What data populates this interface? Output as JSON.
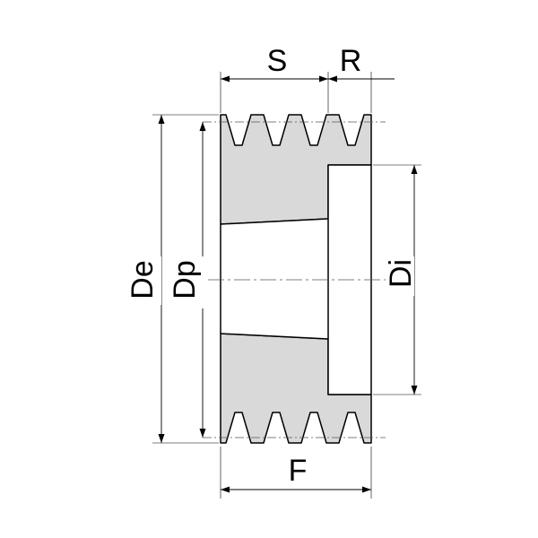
{
  "labels": {
    "s": "S",
    "r": "R",
    "de": "De",
    "dp": "Dp",
    "di": "Di",
    "f": "F"
  },
  "colors": {
    "body_fill": "#d9d9d9",
    "outline": "#000000",
    "dim_line": "#000000",
    "center_line": "#555555",
    "background": "#ffffff"
  },
  "grooves": {
    "top_count": 4,
    "bottom_count": 4
  }
}
